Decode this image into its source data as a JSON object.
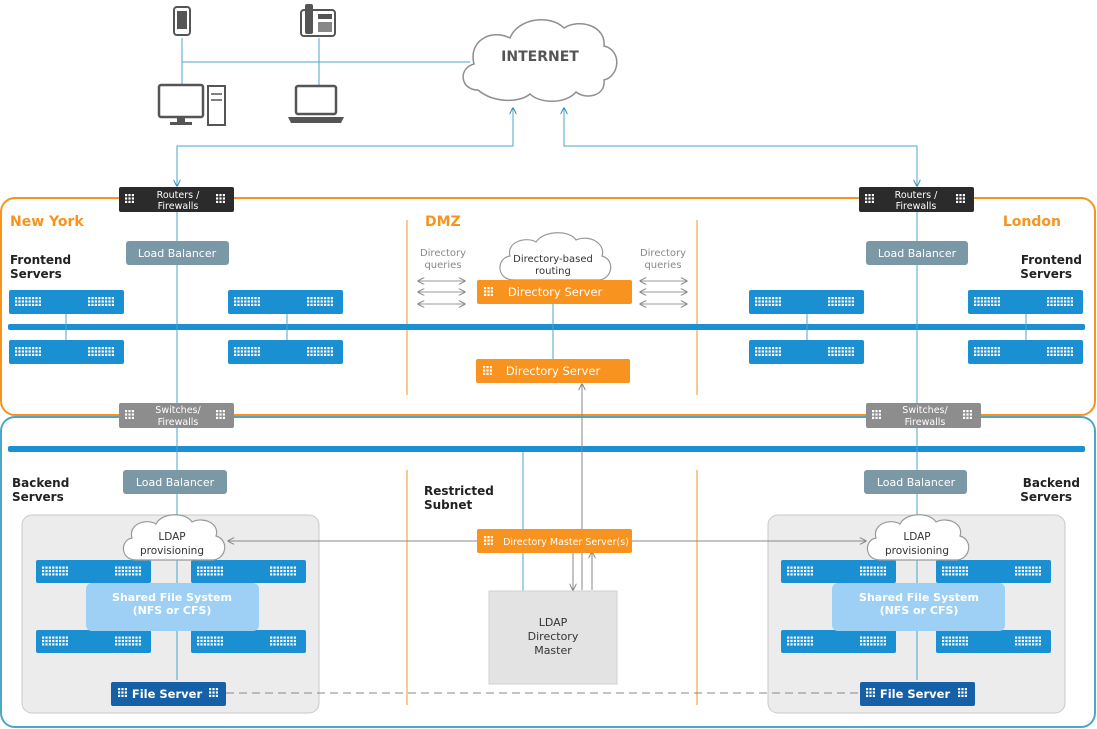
{
  "internet": {
    "label": "INTERNET"
  },
  "routers": {
    "left": [
      "Routers /",
      "Firewalls"
    ],
    "right": [
      "Routers /",
      "Firewalls"
    ]
  },
  "switches": {
    "left": [
      "Switches/",
      "Firewalls"
    ],
    "right": [
      "Switches/",
      "Firewalls"
    ]
  },
  "zones": {
    "new_york": "New York",
    "dmz": "DMZ",
    "london": "London",
    "restricted": [
      "Restricted",
      "Subnet"
    ]
  },
  "frontend": {
    "left": [
      "Frontend",
      "Servers"
    ],
    "right": [
      "Frontend",
      "Servers"
    ]
  },
  "backend": {
    "left": [
      "Backend",
      "Servers"
    ],
    "right": [
      "Backend",
      "Servers"
    ]
  },
  "load_balancer": "Load Balancer",
  "dmz": {
    "queries_left": [
      "Directory",
      "queries"
    ],
    "queries_right": [
      "Directory",
      "queries"
    ],
    "routing_cloud": [
      "Directory-based",
      "routing"
    ],
    "directory_server_1": "Directory Server",
    "directory_server_2": "Directory Server"
  },
  "restricted": {
    "master_servers": "Directory Master Server(s)",
    "ldap_master": [
      "LDAP",
      "Directory",
      "Master"
    ]
  },
  "ldap_provisioning": [
    "LDAP",
    "provisioning"
  ],
  "shared_fs": [
    "Shared File System",
    "(NFS or CFS)"
  ],
  "file_server": "File Server",
  "colors": {
    "orange": "#f7931e",
    "blue": "#1a8fd1",
    "teal": "#4ba6c8",
    "slate": "#7b98a6",
    "dark": "#2b2b2b",
    "navy": "#1560a6",
    "light_blue": "#9dd0f4"
  }
}
